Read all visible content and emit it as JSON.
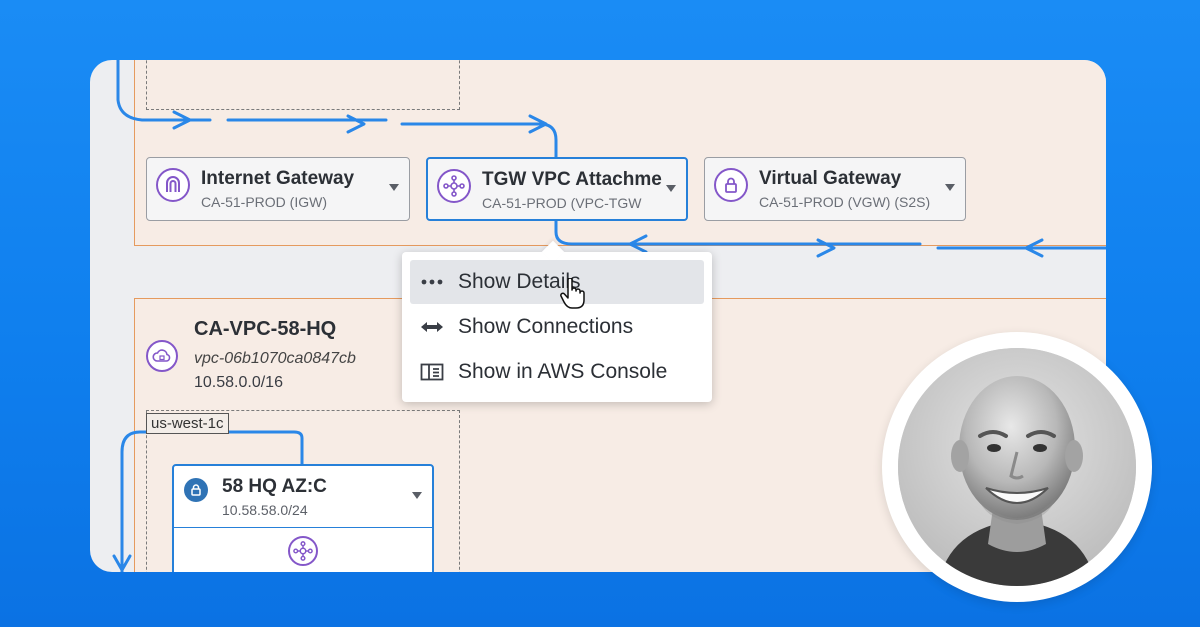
{
  "nodes": [
    {
      "title": "Internet Gateway",
      "subtitle": "CA-51-PROD (IGW)",
      "icon": "internet-gateway-icon"
    },
    {
      "title": "TGW VPC Attachme",
      "subtitle": "CA-51-PROD (VPC-TGW",
      "icon": "transit-gateway-hub-icon"
    },
    {
      "title": "Virtual Gateway",
      "subtitle": "CA-51-PROD (VGW) (S2S)",
      "icon": "lock-icon"
    }
  ],
  "vpc": {
    "title": "CA-VPC-58-HQ",
    "id": "vpc-06b1070ca0847cb",
    "cidr": "10.58.0.0/16",
    "icon": "vpc-cloud-icon"
  },
  "availability_zone": {
    "label": "us-west-1c"
  },
  "subnet": {
    "title": "58 HQ AZ:C",
    "cidr": "10.58.58.0/24",
    "icon": "lock-icon"
  },
  "context_menu": {
    "items": [
      {
        "label": "Show Details",
        "icon": "more-dots-icon",
        "active": true
      },
      {
        "label": "Show Connections",
        "icon": "connections-arrows-icon",
        "active": false
      },
      {
        "label": "Show in AWS Console",
        "icon": "console-panel-icon",
        "active": false
      }
    ]
  },
  "colors": {
    "background": "#1a8cf5",
    "flow_line": "#2a87e8",
    "vpc_border": "#e59a5e",
    "vpc_fill": "#f7ece5",
    "selected_border": "#2680d9",
    "icon_purple": "#8457c9"
  }
}
